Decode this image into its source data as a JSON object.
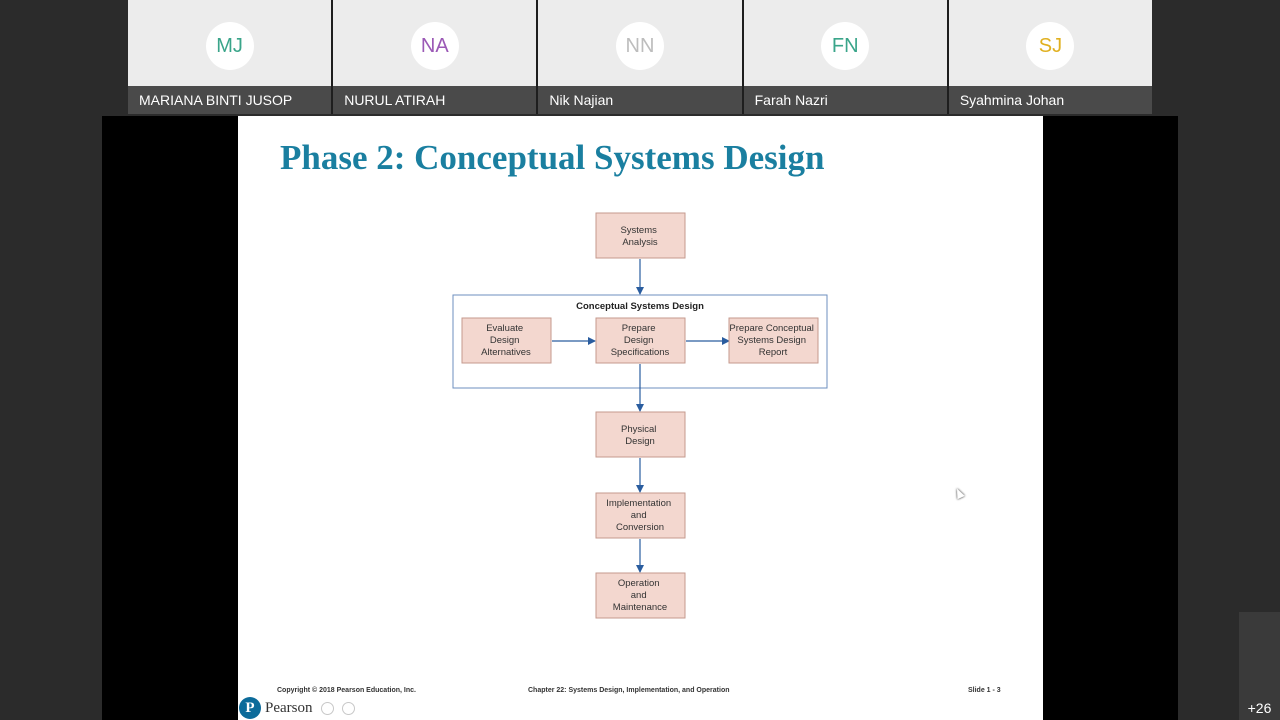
{
  "participants": [
    {
      "initials": "MJ",
      "name": "MARIANA BINTI JUSOP",
      "color": "#3aa58a"
    },
    {
      "initials": "NA",
      "name": "NURUL ATIRAH",
      "color": "#9b59b6"
    },
    {
      "initials": "NN",
      "name": "Nik Najian",
      "color": "#bdbdbd"
    },
    {
      "initials": "FN",
      "name": "Farah Nazri",
      "color": "#3aa58a"
    },
    {
      "initials": "SJ",
      "name": "Syahmina Johan",
      "color": "#e0b020"
    }
  ],
  "slide": {
    "title": "Phase 2: Conceptual Systems Design",
    "group_label": "Conceptual Systems Design",
    "boxes": {
      "systems_analysis": [
        "Systems",
        "Analysis"
      ],
      "evaluate": [
        "Evaluate",
        "Design",
        "Alternatives"
      ],
      "prepare_specs": [
        "Prepare",
        "Design",
        "Specifications"
      ],
      "prepare_report": [
        "Prepare Conceptual",
        "Systems Design",
        "Report"
      ],
      "physical_design": [
        "Physical",
        "Design"
      ],
      "implementation": [
        "Implementation",
        "and",
        "Conversion"
      ],
      "operation": [
        "Operation",
        "and",
        "Maintenance"
      ]
    },
    "footer_copyright": "Copyright © 2018 Pearson Education, Inc.",
    "footer_chapter": "Chapter 22: Systems Design, Implementation, and Operation",
    "footer_slide": "Slide 1 - 3",
    "brand_logo_letter": "P",
    "brand_name": "Pearson"
  },
  "more_count": "+26",
  "colors": {
    "title": "#1a7fa0",
    "box_fill": "#f3d7cf",
    "box_stroke": "#c49a8e",
    "arrow": "#2a5d9f",
    "group_stroke": "#6e8fbf"
  }
}
